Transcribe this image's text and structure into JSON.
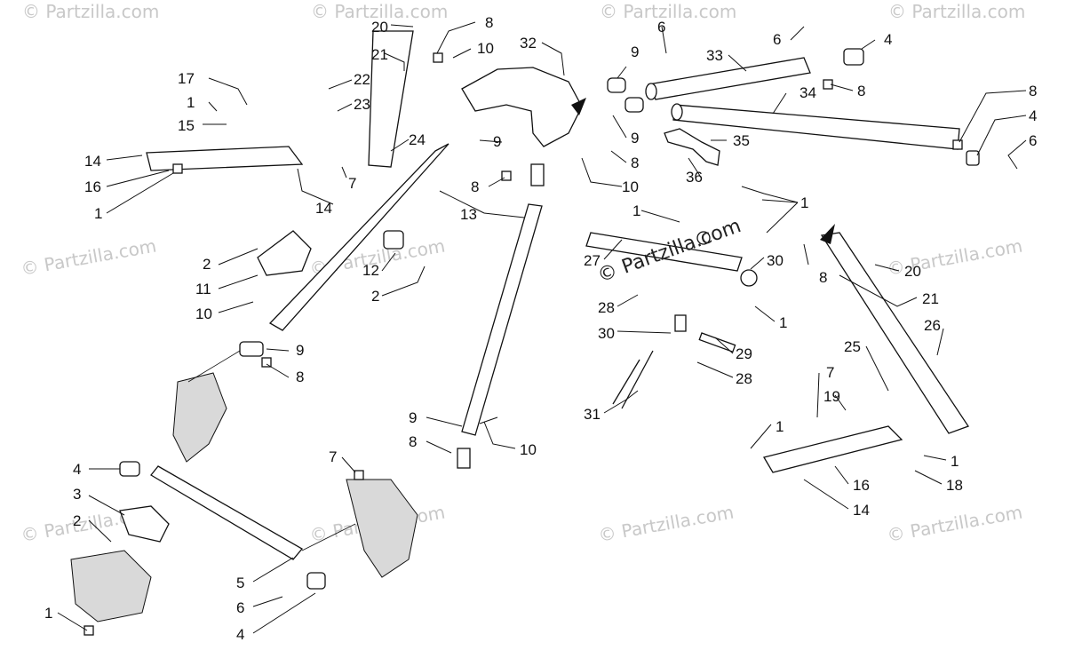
{
  "watermark": "© Partzilla.com",
  "center_watermark": "© Partzilla.com",
  "callouts": [
    "1",
    "2",
    "3",
    "4",
    "5",
    "6",
    "7",
    "8",
    "9",
    "10",
    "11",
    "12",
    "13",
    "14",
    "15",
    "16",
    "17",
    "18",
    "19",
    "20",
    "21",
    "22",
    "23",
    "24",
    "25",
    "26",
    "27",
    "28",
    "29",
    "30",
    "31",
    "32",
    "33",
    "34",
    "35",
    "36"
  ]
}
